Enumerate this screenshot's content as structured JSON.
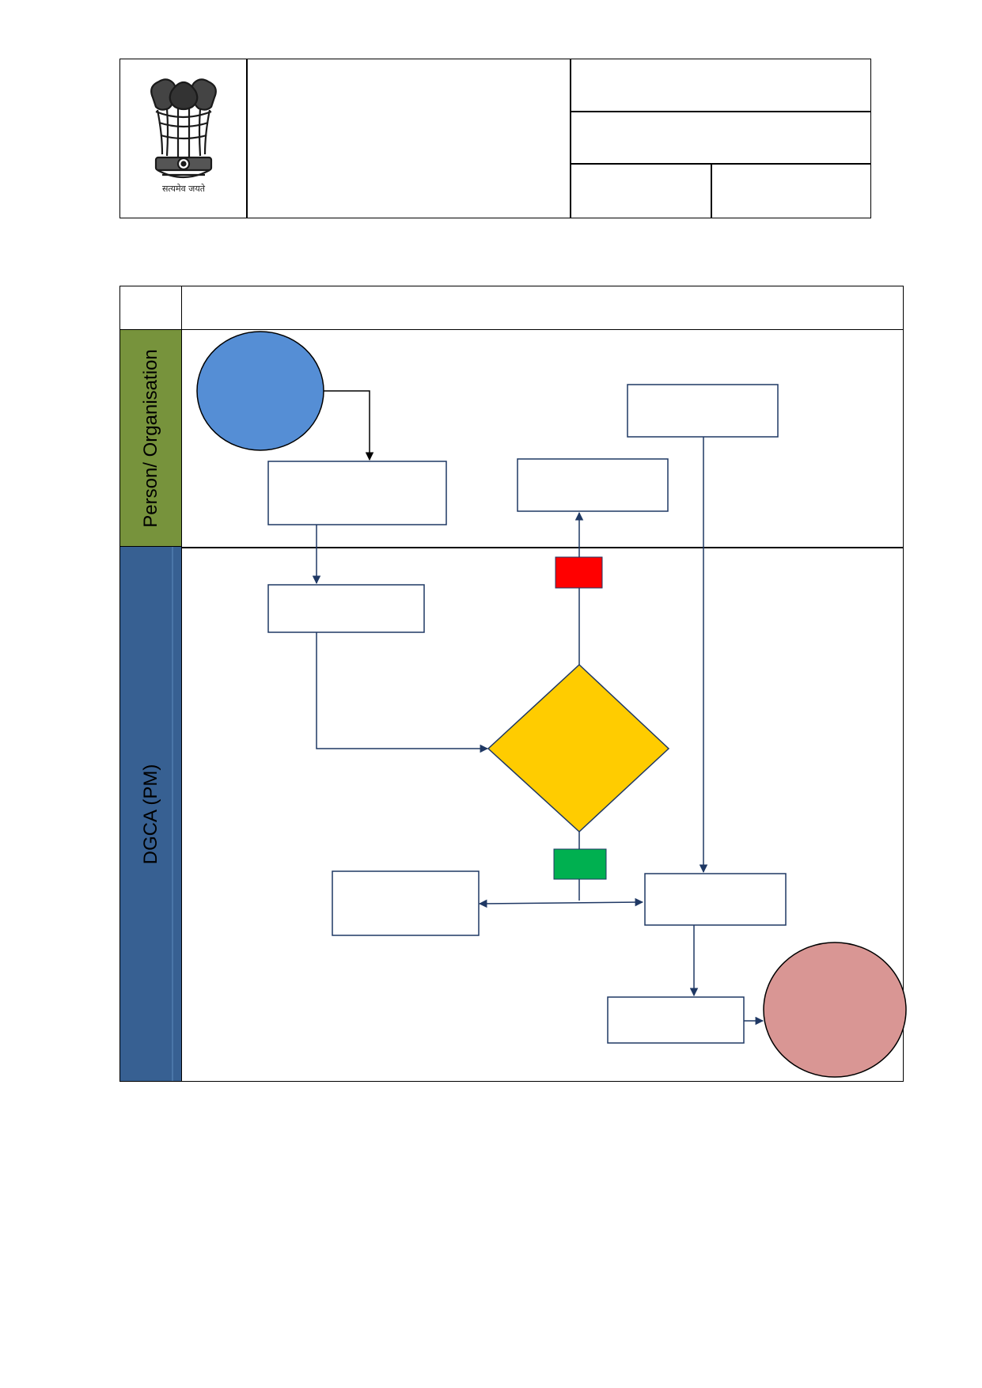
{
  "header": {
    "motto": "सत्यमेव जयते"
  },
  "lanes": [
    {
      "label": "Person/ Organisation"
    },
    {
      "label": "DGCA (PM)"
    }
  ],
  "colors": {
    "start_circle": "#558ed5",
    "end_circle": "#d99694",
    "decision": "#ffcc00",
    "no_tag": "#ff0000",
    "yes_tag": "#00b050",
    "lane_person": "#77933c",
    "lane_dgca": "#376092",
    "connector": "#1f3864"
  }
}
